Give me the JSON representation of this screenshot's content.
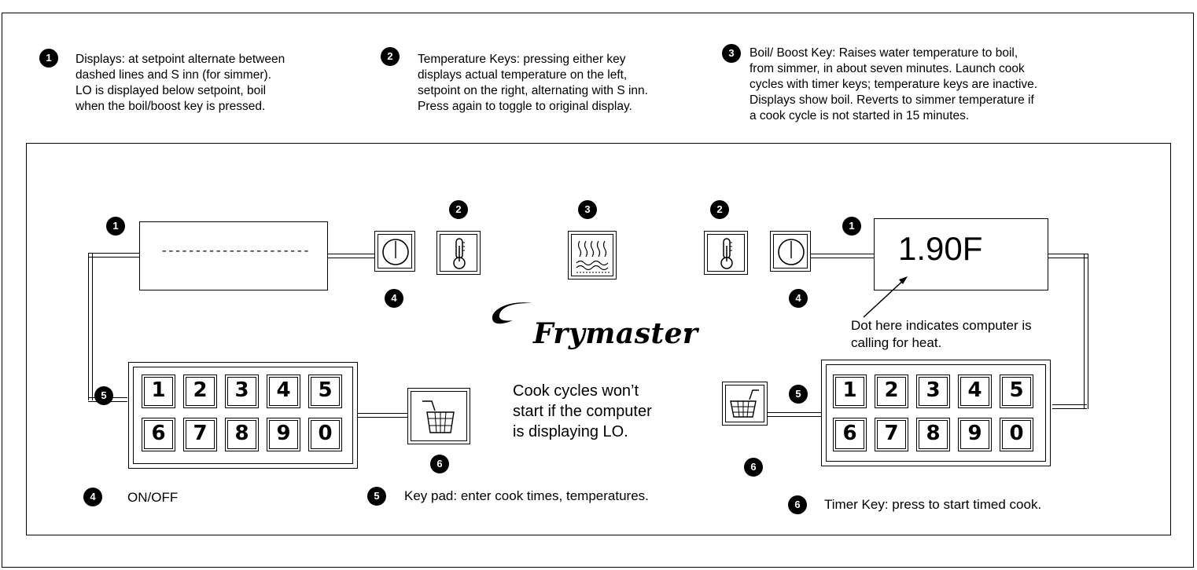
{
  "notes": {
    "n1": {
      "badge": "1",
      "text": "Displays: at setpoint alternate between\ndashed lines and S inn (for simmer).\nLO is displayed below setpoint, boil\nwhen the boil/boost key is pressed."
    },
    "n2": {
      "badge": "2",
      "text": "Temperature Keys: pressing either key\ndisplays actual temperature on the left,\nsetpoint on the right, alternating with S inn.\nPress again to toggle to original display."
    },
    "n3": {
      "badge": "3",
      "text": "Boil/ Boost Key: Raises water temperature to boil,\nfrom simmer, in about seven minutes. Launch cook\ncycles with timer keys; temperature keys are inactive.\nDisplays show boil. Reverts to simmer temperature if\na cook cycle is not started in 15 minutes."
    },
    "n4": {
      "badge": "4",
      "text": "ON/OFF"
    },
    "n5": {
      "badge": "5",
      "text": "Key pad: enter cook times, temperatures."
    },
    "n6": {
      "badge": "6",
      "text": "Timer Key: press to start timed cook."
    }
  },
  "panel": {
    "left_display": "----------------------",
    "right_display": "1.90F",
    "dot_note": "Dot here indicates computer is\ncalling for heat.",
    "cook_note": "Cook cycles won’t\nstart if the computer\nis displaying LO.",
    "brand": "Frymaster",
    "keypad_digits": [
      "1",
      "2",
      "3",
      "4",
      "5",
      "6",
      "7",
      "8",
      "9",
      "0"
    ],
    "badges": {
      "b1": "1",
      "b2": "2",
      "b3": "3",
      "b4": "4",
      "b5": "5",
      "b6": "6"
    }
  },
  "icons": [
    "power-icon",
    "thermometer-icon",
    "boil-steam-icon",
    "basket-icon"
  ]
}
